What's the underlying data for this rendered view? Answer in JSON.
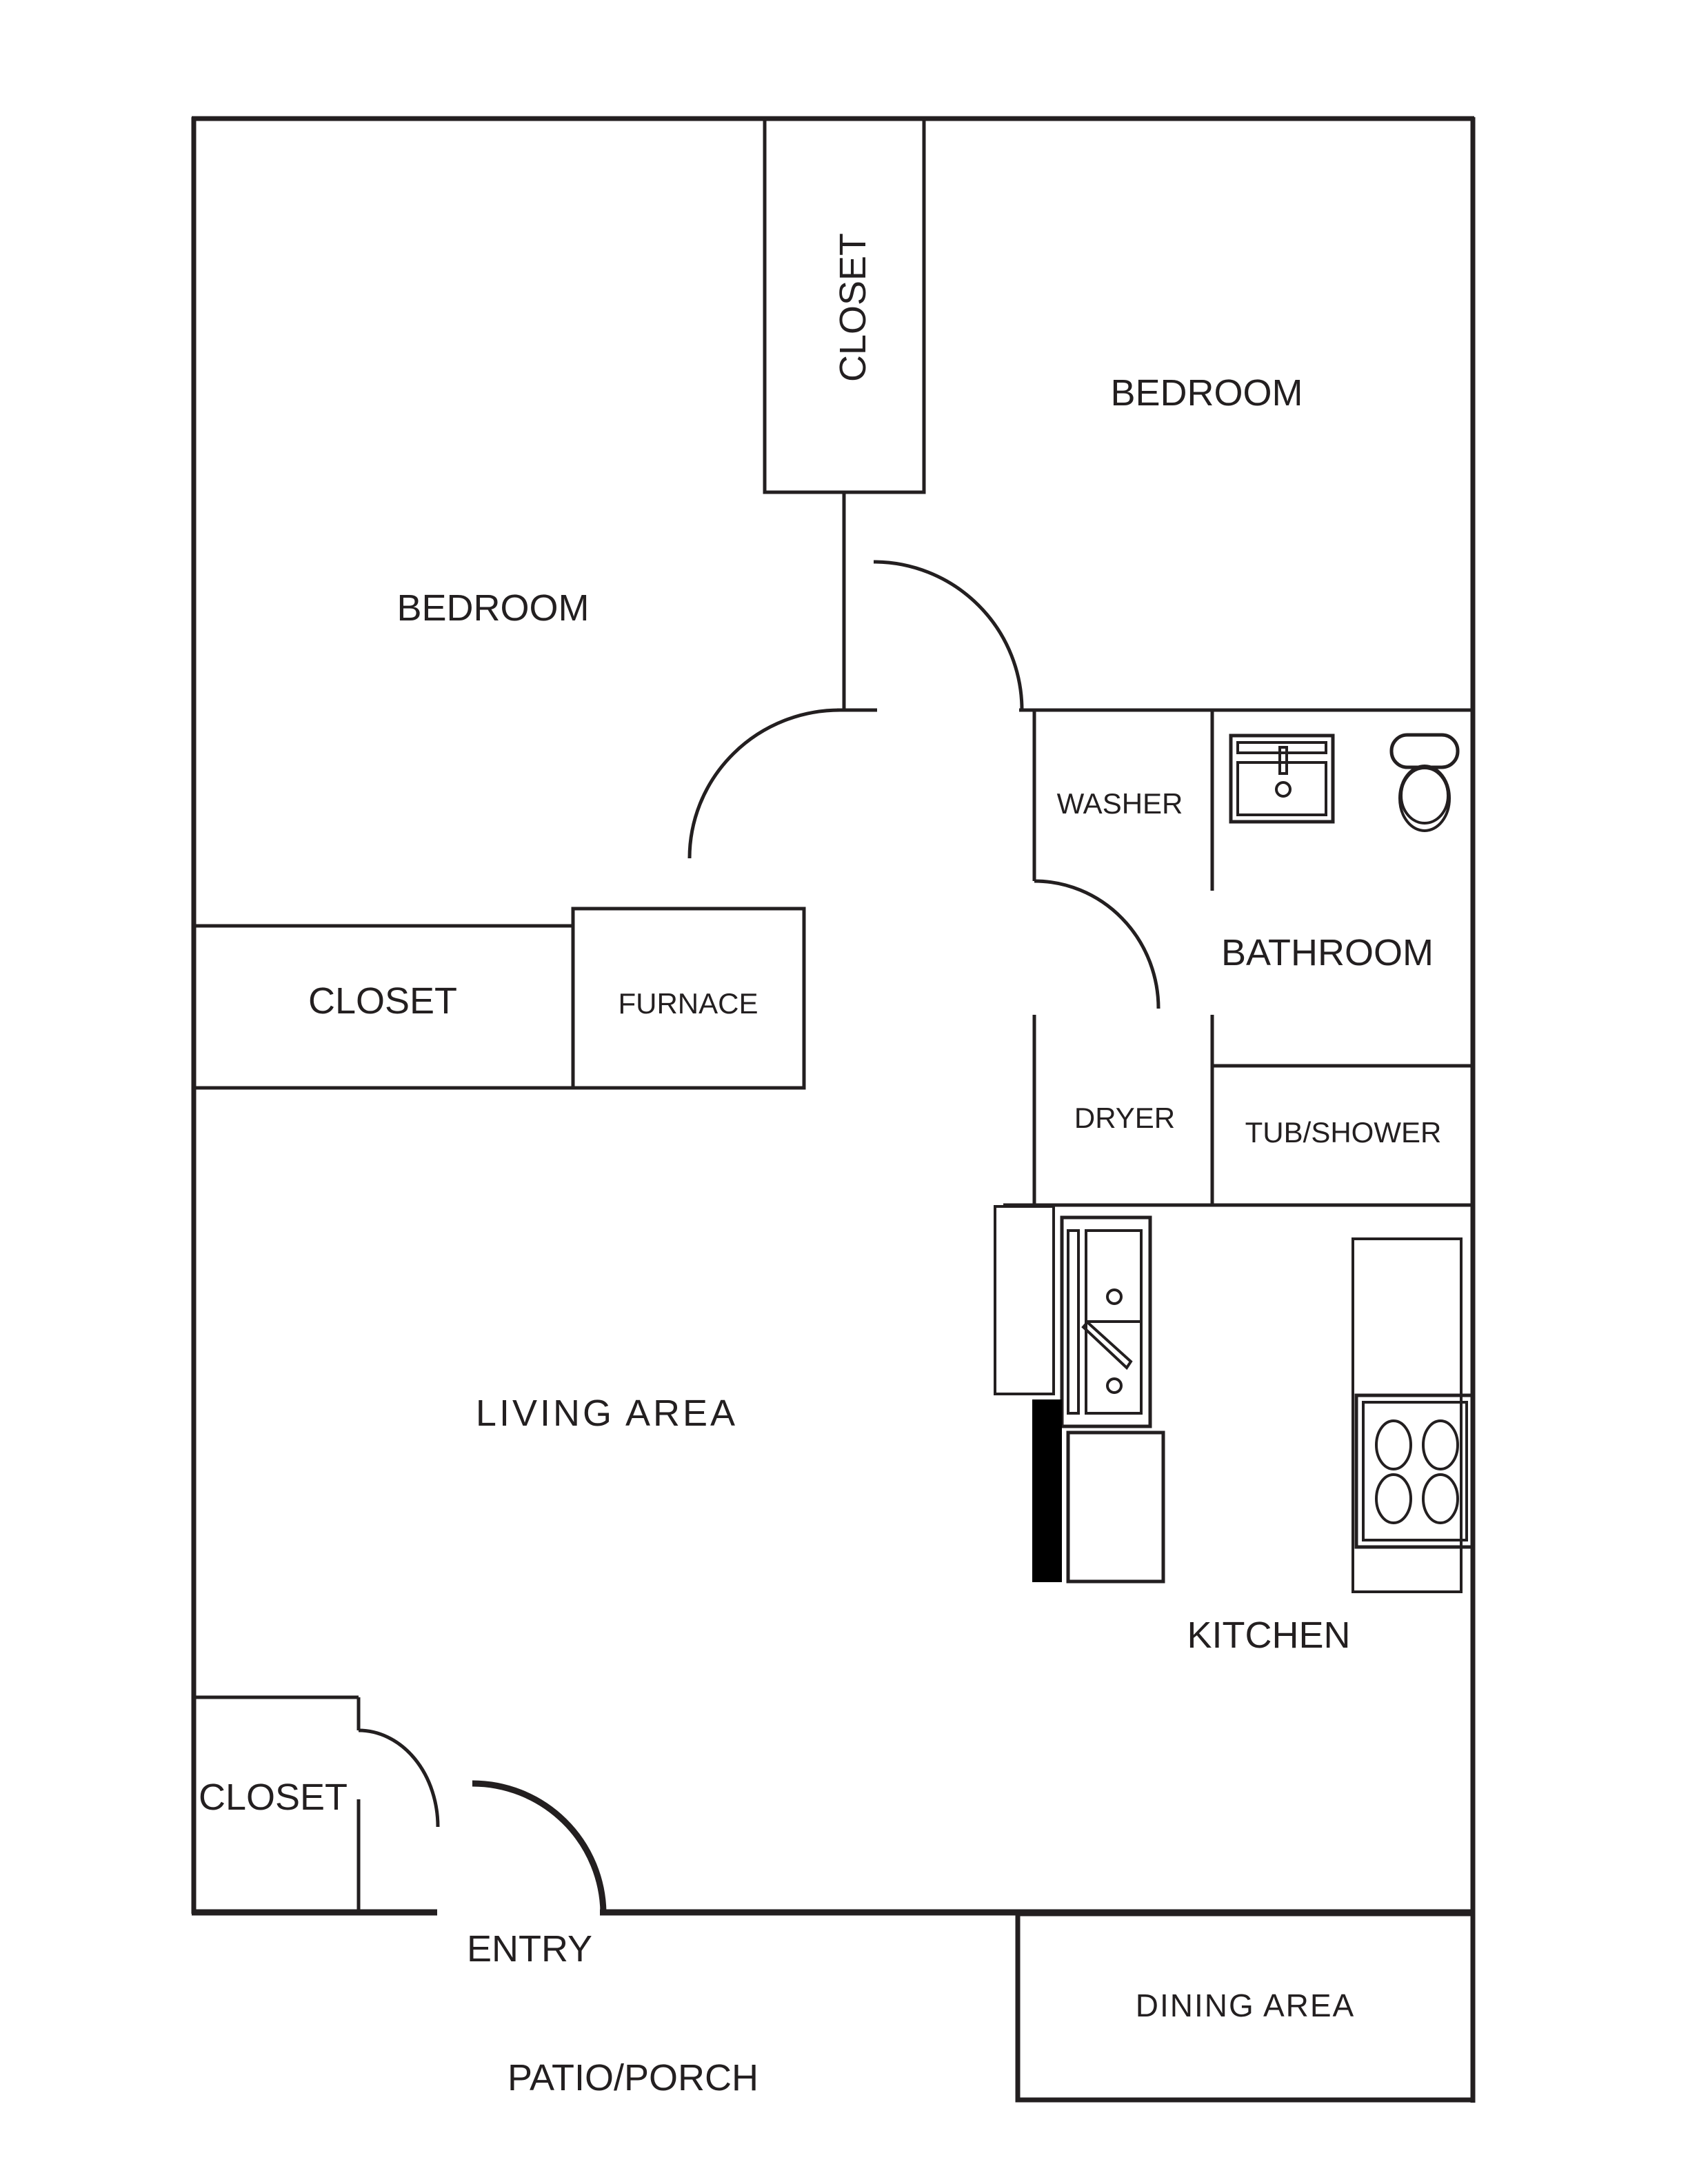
{
  "floor_plan": {
    "rooms": {
      "bedroom_left": "BEDROOM",
      "bedroom_right": "BEDROOM",
      "closet_top": "CLOSET",
      "closet_middle": "CLOSET",
      "closet_entry": "CLOSET",
      "furnace": "FURNACE",
      "washer": "WASHER",
      "dryer": "DRYER",
      "bathroom": "BATHROOM",
      "tub_shower": "TUB/SHOWER",
      "living_area": "LIVING AREA",
      "kitchen": "KITCHEN",
      "entry": "ENTRY",
      "patio_porch": "PATIO/PORCH",
      "dining_area": "DINING AREA"
    },
    "fixtures": [
      "bathroom-sink",
      "toilet",
      "kitchen-double-sink",
      "dishwasher",
      "refrigerator",
      "stove-cooktop",
      "counter"
    ],
    "colors": {
      "line": "#231f20",
      "background": "#ffffff"
    }
  }
}
